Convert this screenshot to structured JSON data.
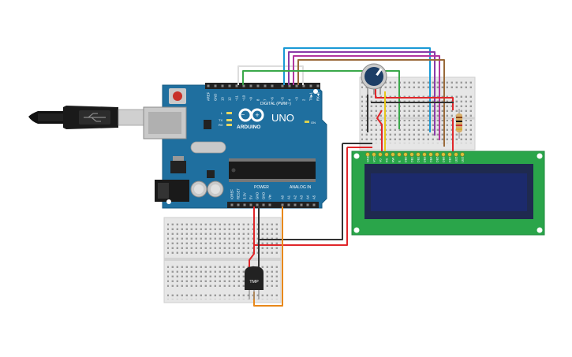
{
  "arduino": {
    "brand": "ARDUINO",
    "model": "UNO",
    "digital_header": "DIGITAL (PWM~)",
    "power_header": "POWER",
    "analog_header": "ANALOG IN",
    "digital_pins": [
      "AREF",
      "GND",
      "13",
      "12",
      "~11",
      "~10",
      "~9",
      "8",
      "7",
      "~6",
      "~5",
      "4",
      "~3",
      "2",
      "TX▶1",
      "RX◀0"
    ],
    "power_pins": [
      "IOREF",
      "RESET",
      "3.3V",
      "5V",
      "GND",
      "GND",
      "Vin"
    ],
    "analog_pins": [
      "A0",
      "A1",
      "A2",
      "A3",
      "A4",
      "A5"
    ],
    "led_labels": [
      "L",
      "TX",
      "RX"
    ],
    "on_label": "ON",
    "colors": {
      "board": "#1f6f9f",
      "usb": "#c9c9c9"
    }
  },
  "lcd": {
    "pin_labels": [
      "GND",
      "VCC",
      "V0",
      "RS",
      "RW",
      "E",
      "DB0",
      "DB1",
      "DB2",
      "DB3",
      "DB4",
      "DB5",
      "DB6",
      "DB7",
      "LED",
      "LED"
    ],
    "colors": {
      "pcb": "#2aa54a",
      "screen": "#1c2a5c"
    }
  },
  "sensor": {
    "label": "TMP"
  },
  "wire_colors": {
    "red": "#e0262a",
    "black": "#333333",
    "orange": "#e8881a",
    "blue": "#1a9ad6",
    "purple": "#8a3aa8",
    "magenta": "#b2369e",
    "brown": "#9a6a3a",
    "green": "#3aa84a",
    "yellow": "#e8c81a",
    "white": "#dddddd"
  }
}
